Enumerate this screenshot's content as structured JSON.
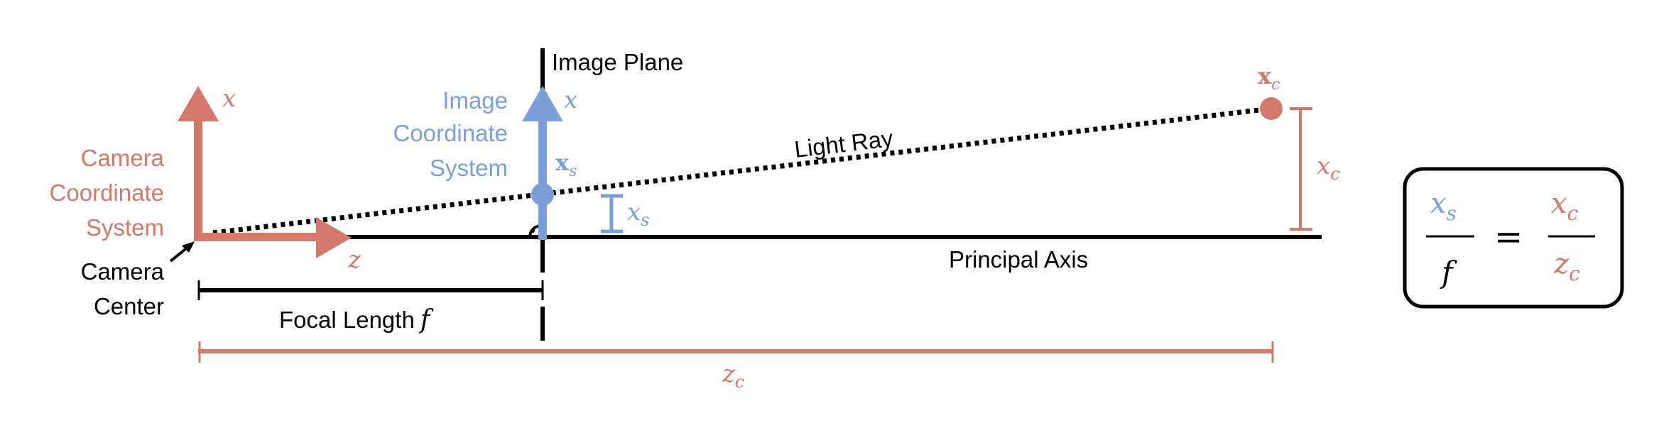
{
  "colors": {
    "camera": "#d4786a",
    "image": "#7b9fdb",
    "ink": "#000000"
  },
  "labels": {
    "image_plane": "Image Plane",
    "camera_cs": [
      "Camera",
      "Coordinate",
      "System"
    ],
    "image_cs": [
      "Image",
      "Coordinate",
      "System"
    ],
    "camera_center": [
      "Camera",
      "Center"
    ],
    "light_ray": "Light Ray",
    "principal_axis": "Principal Axis",
    "focal_length": "Focal Length",
    "f": "f",
    "x": "x",
    "z": "z",
    "xs_point": "x",
    "xs_point_sub": "s",
    "xc_point": "x",
    "xc_point_sub": "c",
    "xs": "x",
    "xs_sub": "s",
    "xc": "x",
    "xc_sub": "c",
    "zc": "z",
    "zc_sub": "c"
  },
  "equation": {
    "lhs_num": "x",
    "lhs_num_sub": "s",
    "lhs_den": "f",
    "eq": "=",
    "rhs_num": "x",
    "rhs_num_sub": "c",
    "rhs_den": "z",
    "rhs_den_sub": "c"
  }
}
